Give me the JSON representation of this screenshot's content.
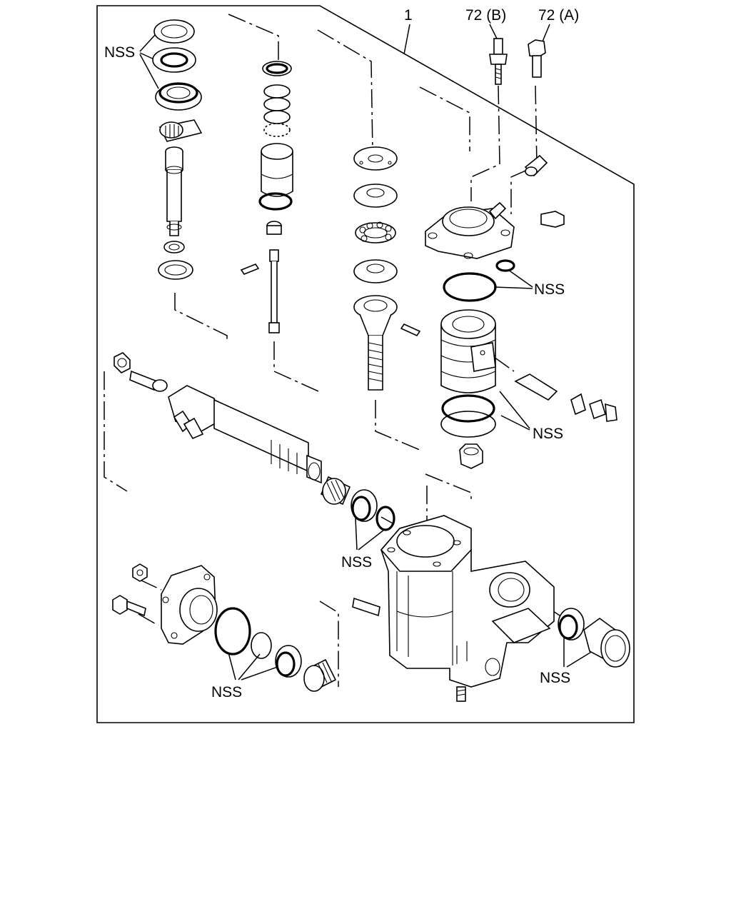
{
  "labels": {
    "assembly_number": "1",
    "part_72b": "72 (B)",
    "part_72a": "72 (A)",
    "nss": "NSS"
  }
}
